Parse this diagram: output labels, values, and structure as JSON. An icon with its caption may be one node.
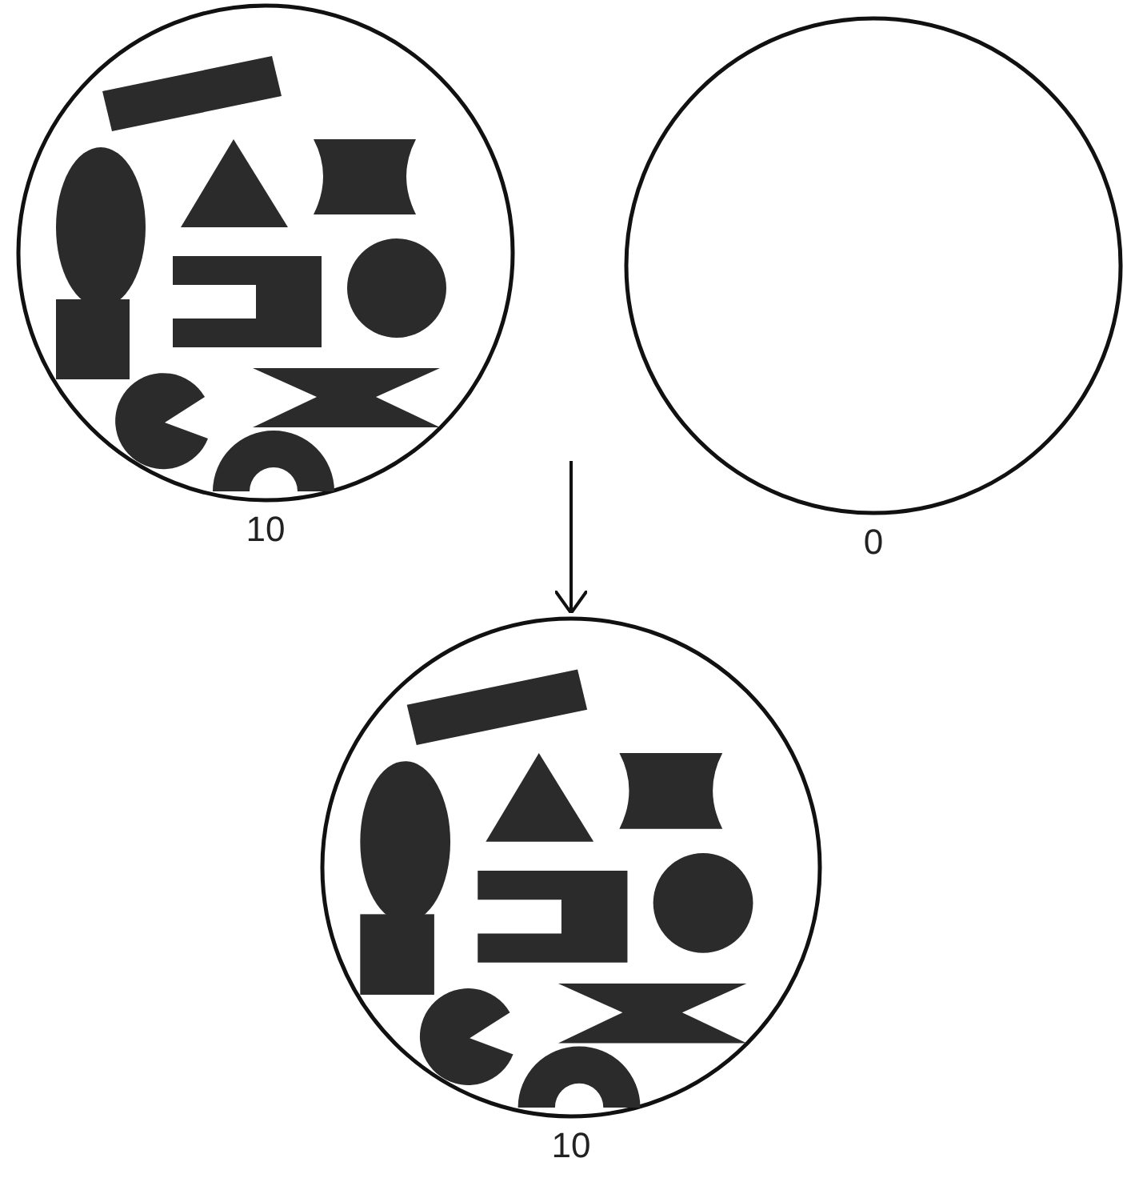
{
  "diagram": {
    "nodes": [
      {
        "text": [],
        "shape": "circle",
        "beside": [
          "10"
        ]
      },
      {
        "text": [],
        "shape": "circle",
        "beside": [
          "0"
        ]
      },
      {
        "text": [],
        "shape": "circle",
        "beside": [
          "10"
        ]
      }
    ],
    "edges": [
      {
        "from": null,
        "to": 2,
        "arrow": "to"
      }
    ]
  }
}
